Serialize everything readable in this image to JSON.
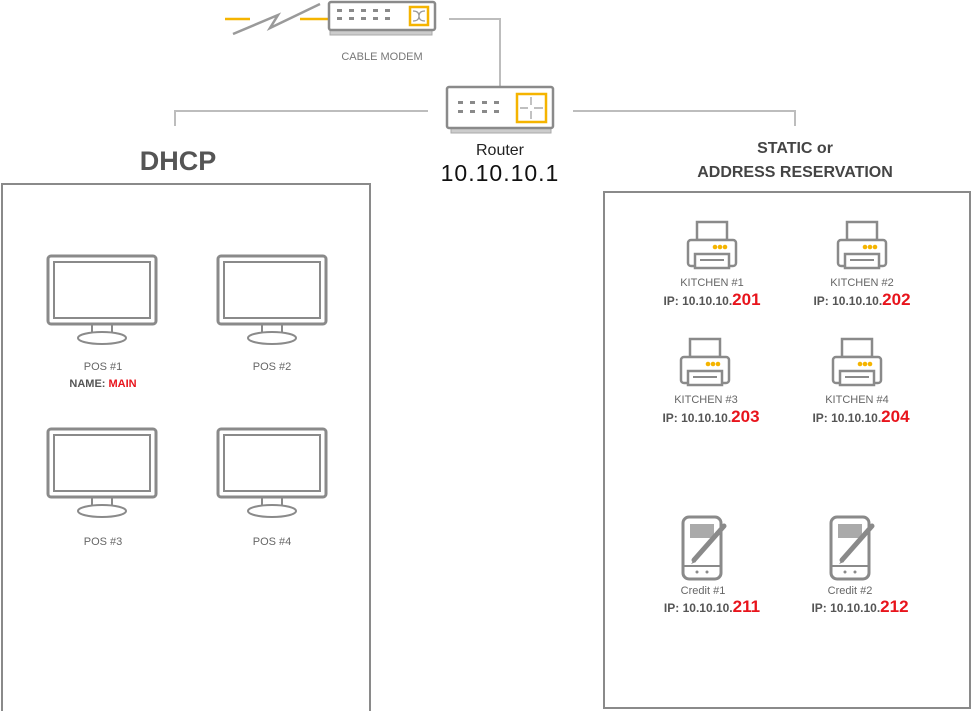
{
  "top": {
    "modem_label": "CABLE MODEM",
    "router_label": "Router",
    "router_ip": "10.10.10.1"
  },
  "dhcp": {
    "title": "DHCP",
    "devices": [
      {
        "label": "POS #1",
        "name_prefix": "NAME: ",
        "name_value": "MAIN"
      },
      {
        "label": "POS #2"
      },
      {
        "label": "POS #3"
      },
      {
        "label": "POS #4"
      }
    ]
  },
  "static": {
    "title_line1": "STATIC or",
    "title_line2": "ADDRESS RESERVATION",
    "printers": [
      {
        "label": "KITCHEN #1",
        "ip_prefix": "IP: 10.10.10.",
        "ip_suffix": "201"
      },
      {
        "label": "KITCHEN #2",
        "ip_prefix": "IP: 10.10.10.",
        "ip_suffix": "202"
      },
      {
        "label": "KITCHEN #3",
        "ip_prefix": "IP: 10.10.10.",
        "ip_suffix": "203"
      },
      {
        "label": "KITCHEN #4",
        "ip_prefix": "IP: 10.10.10.",
        "ip_suffix": "204"
      }
    ],
    "credit": [
      {
        "label": "Credit #1",
        "ip_prefix": "IP: 10.10.10.",
        "ip_suffix": "211"
      },
      {
        "label": "Credit #2",
        "ip_prefix": "IP: 10.10.10.",
        "ip_suffix": "212"
      }
    ]
  },
  "colors": {
    "accent": "#f5b400",
    "highlight": "#e8141c",
    "stroke": "#8a8a8a"
  }
}
